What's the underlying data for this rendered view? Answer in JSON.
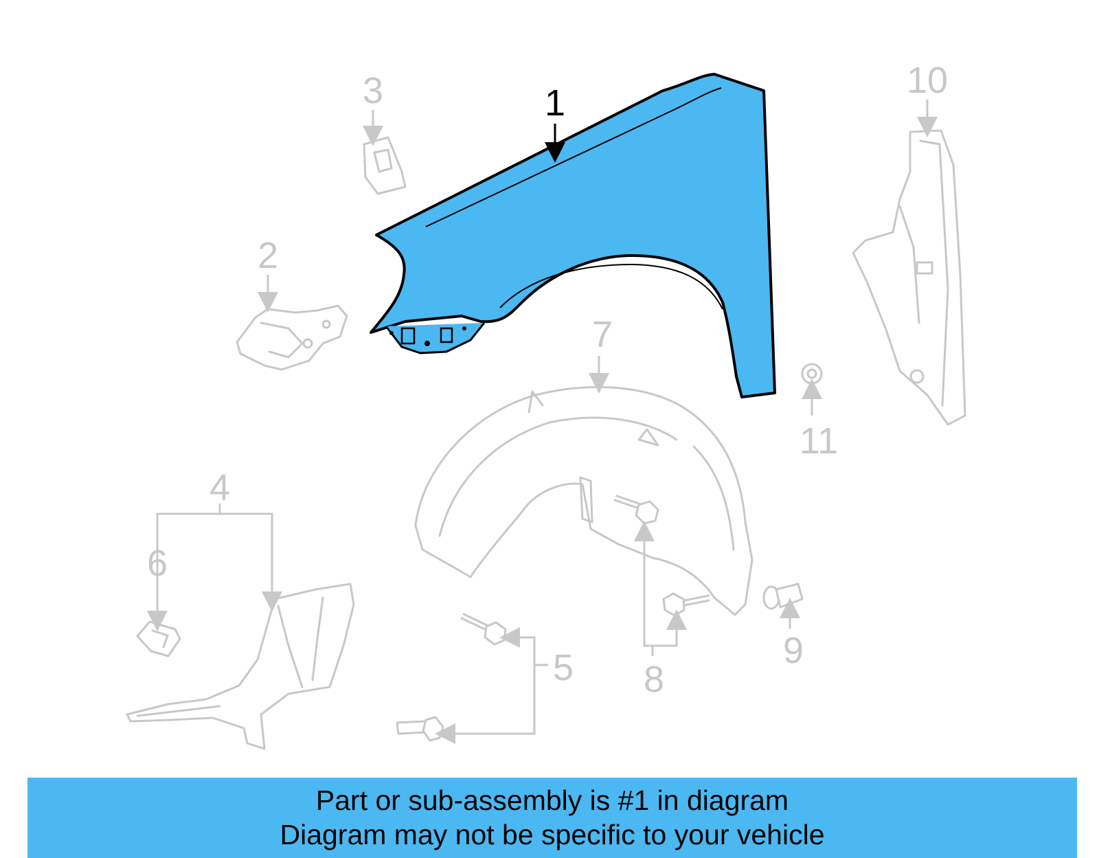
{
  "diagram": {
    "highlight_color": "#4cb8f2",
    "ghost_color": "#c8c8c8",
    "callouts": {
      "c1": "1",
      "c2": "2",
      "c3": "3",
      "c4": "4",
      "c5": "5",
      "c6": "6",
      "c7": "7",
      "c8": "8",
      "c9": "9",
      "c10": "10",
      "c11": "11"
    }
  },
  "banner": {
    "line1": "Part or sub-assembly is #1 in diagram",
    "line2": "Diagram may not be specific to your vehicle",
    "background": "#4cb8f2"
  }
}
